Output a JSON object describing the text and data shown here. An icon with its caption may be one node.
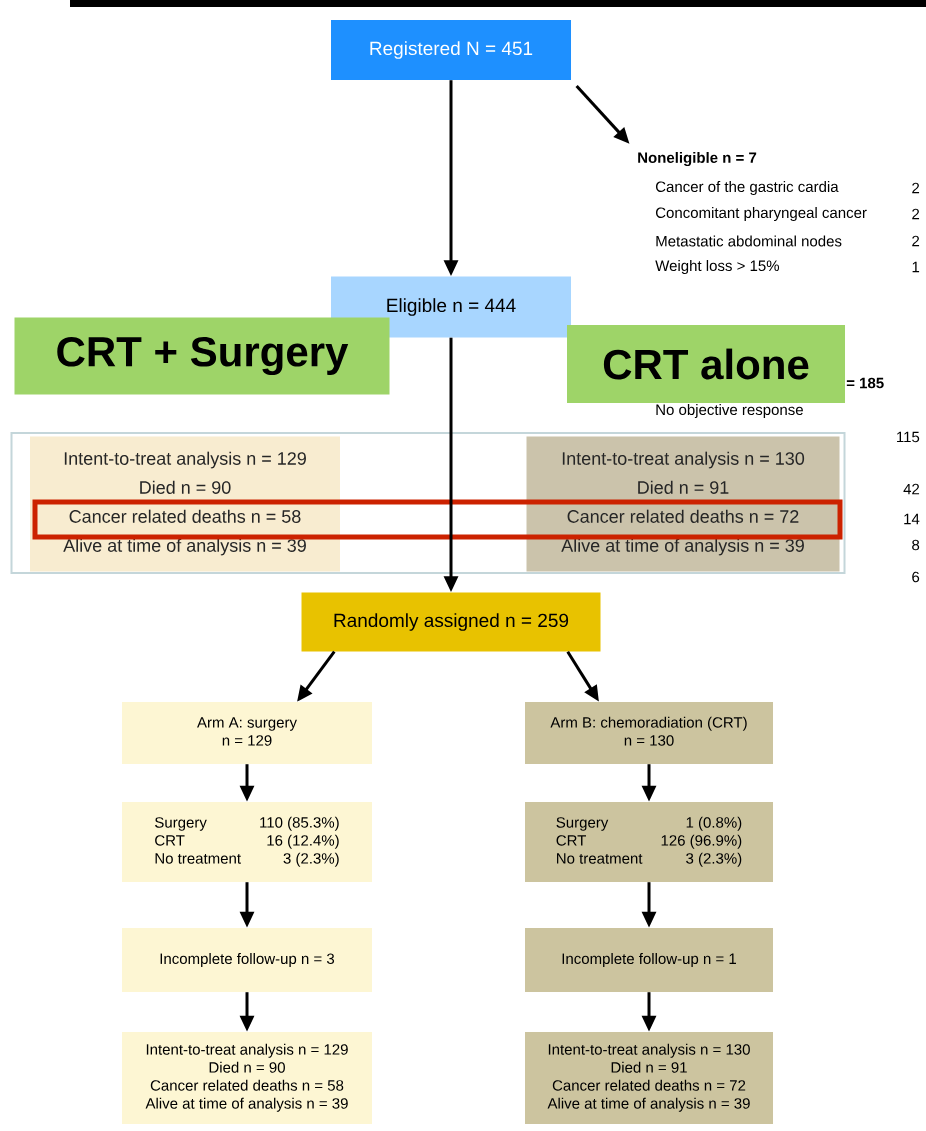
{
  "diagram": {
    "nodes": [
      {
        "text": [
          "Registered N = 451"
        ]
      },
      {
        "text": [
          "Noneligible n = 7"
        ]
      },
      {
        "text": [
          "Eligible n = 444"
        ]
      },
      {
        "text": [
          "CRT + Surgery"
        ]
      },
      {
        "text": [
          "CRT alone"
        ]
      },
      {
        "text": [],
        "shape": "box"
      },
      {
        "text": [
          "Intent-to-treat analysis n = 129",
          "Died n = 90",
          "Cancer related deaths n = 58",
          "Alive at time of analysis n = 39"
        ],
        "in": 5
      },
      {
        "text": [
          "Intent-to-treat analysis n = 130",
          "Died n = 91",
          "Cancer related deaths n = 72",
          "Alive at time of analysis n = 39"
        ],
        "in": 5
      },
      {
        "text": [
          "Randomly assigned n = 259"
        ]
      },
      {
        "text": [
          "Arm A: surgery",
          "n = 129"
        ]
      },
      {
        "text": [
          "Arm B: chemoradiation (CRT)",
          "n = 130"
        ]
      },
      {
        "text": [
          "Surgery",
          "110 (85.3%)",
          "CRT",
          "16 (12.4%)",
          "No treatment",
          "3 (2.3%)"
        ]
      },
      {
        "text": [
          "Surgery",
          "1 (0.8%)",
          "CRT",
          "126 (96.9%)",
          "No treatment",
          "3 (2.3%)"
        ]
      },
      {
        "text": [
          "Incomplete follow-up n = 3"
        ]
      },
      {
        "text": [
          "Incomplete follow-up n = 1"
        ]
      },
      {
        "text": [
          "Intent-to-treat analysis n = 129",
          "Died n = 90",
          "Cancer related deaths n = 58",
          "Alive at time of analysis n = 39"
        ]
      },
      {
        "text": [
          "Intent-to-treat analysis n = 130",
          "Died n = 91",
          "Cancer related deaths n = 72",
          "Alive at time of analysis n = 39"
        ]
      }
    ],
    "edges": [
      {
        "from": 0,
        "to": 1,
        "arrow": "to"
      },
      {
        "from": 0,
        "to": 2,
        "arrow": "to"
      },
      {
        "from": 2,
        "to": 8,
        "arrow": "to"
      },
      {
        "from": 8,
        "to": 9,
        "arrow": "to"
      },
      {
        "from": 8,
        "to": 10,
        "arrow": "to"
      },
      {
        "from": 9,
        "to": 11,
        "arrow": "to"
      },
      {
        "from": 11,
        "to": 13,
        "arrow": "to"
      },
      {
        "from": 13,
        "to": 15,
        "arrow": "to"
      },
      {
        "from": 10,
        "to": 12,
        "arrow": "to"
      },
      {
        "from": 12,
        "to": 14,
        "arrow": "to"
      },
      {
        "from": 14,
        "to": 16,
        "arrow": "to"
      }
    ],
    "labels": [
      "Cancer of the gastric cardia",
      "2",
      "Concomitant pharyngeal cancer",
      "2",
      "Metastatic abdominal nodes",
      "2",
      "Weight loss > 15%",
      "1",
      "= 185",
      "No objective response",
      "115",
      "42",
      "14",
      "8",
      "6"
    ]
  }
}
